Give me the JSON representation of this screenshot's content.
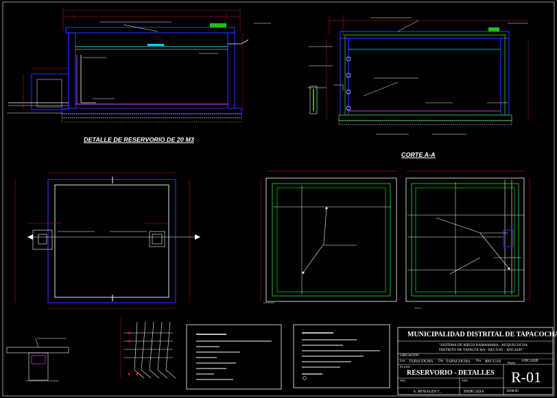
{
  "titles": {
    "reservoir_detail": "DETALLE DE RESERVORIO DE 20 M3",
    "section_aa": "CORTE A-A"
  },
  "title_block": {
    "owner": "MUNICIPALIDAD DISTRITAL DE TAPACOCHA",
    "project_line1": "\"SISTEMA DE RIEGO RAMAMARA - AUQUECOCHA",
    "project_line2": "DISTRITO DE TAPACOCHA - RECUAY - ANCASH\"",
    "location_label": "UBICACION",
    "locality_label": "Loc.",
    "locality": "TAPACOCHA",
    "district_label": "Dis.",
    "district": "TAPACOCHA",
    "province_label": "Pro.",
    "province": "RECUAY",
    "department_label": "Depto.",
    "department": "ANCASH",
    "plan_label": "PLANO",
    "plan_title": "RESERVORIO - DETALLES",
    "sheet": "R-01",
    "engineer_label": "ING.",
    "engineer": "A. ROSALES C.",
    "scale_label": "ESC.",
    "scale": "INDICADA",
    "date": "10/08/09"
  },
  "colors": {
    "background": "#000000",
    "wall_blue": "#2b2bff",
    "dimension_red": "#d9151b",
    "linework_white": "#ffffff",
    "rebar_green": "#19c21c",
    "water_cyan": "#18d0e6",
    "slab_magenta": "#c03ad0",
    "yellow": "#e6e600"
  }
}
